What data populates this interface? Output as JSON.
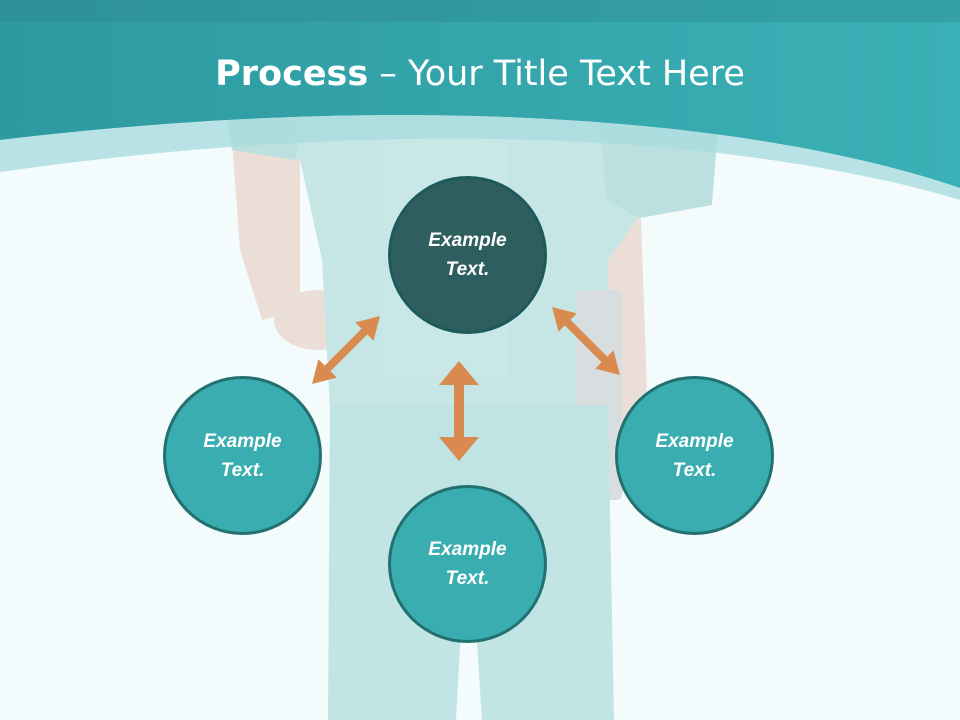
{
  "title": {
    "bold": "Process",
    "rest": " – Your Title Text Here"
  },
  "nodes": {
    "top": "Example Text.",
    "left": "Example Text.",
    "right": "Example Text.",
    "bottom": "Example Text."
  },
  "colors": {
    "header": "#3aa7ad",
    "dark_node": "#2f5e5f",
    "teal_node": "#3aadb0",
    "arrow": "#d98a4e"
  }
}
